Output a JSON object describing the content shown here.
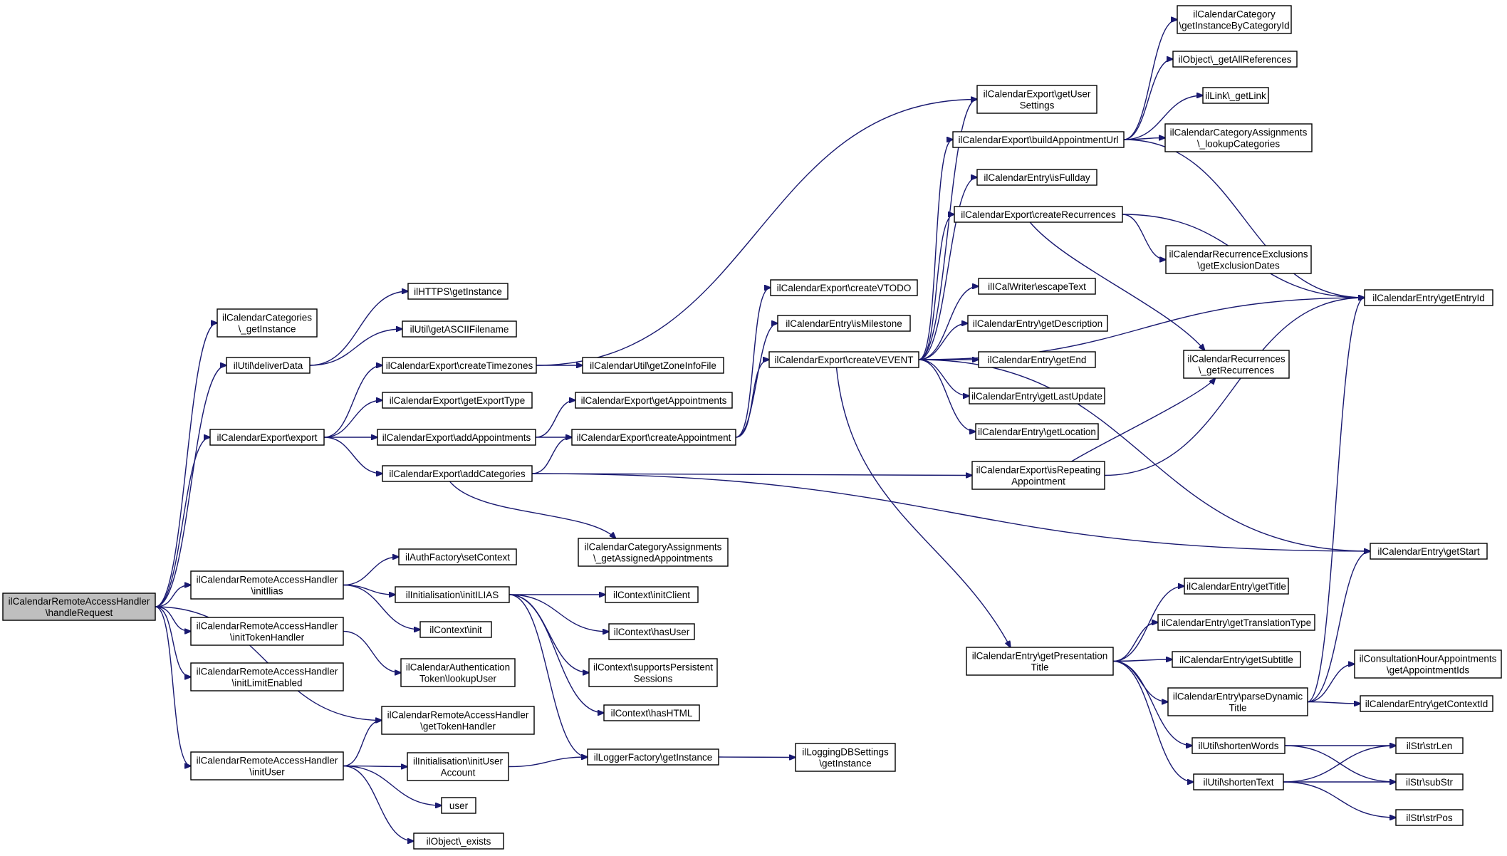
{
  "diagram": {
    "type": "call-graph",
    "colors": {
      "edge": "#191970",
      "root_fill": "#bfbfbf",
      "node_fill": "#ffffff",
      "node_border": "#000000"
    },
    "nodes": [
      {
        "id": "root",
        "lines": [
          "ilCalendarRemoteAccessHandler",
          "\\handleRequest"
        ],
        "root": true
      },
      {
        "id": "cat_getInstance",
        "lines": [
          "ilCalendarCategories",
          "\\_getInstance"
        ]
      },
      {
        "id": "deliverData",
        "lines": [
          "ilUtil\\deliverData"
        ]
      },
      {
        "id": "https",
        "lines": [
          "ilHTTPS\\getInstance"
        ]
      },
      {
        "id": "ascii",
        "lines": [
          "ilUtil\\getASCIIFilename"
        ]
      },
      {
        "id": "export",
        "lines": [
          "ilCalendarExport\\export"
        ]
      },
      {
        "id": "createTimezones",
        "lines": [
          "ilCalendarExport\\createTimezones"
        ]
      },
      {
        "id": "getExportType",
        "lines": [
          "ilCalendarExport\\getExportType"
        ]
      },
      {
        "id": "addAppointments",
        "lines": [
          "ilCalendarExport\\addAppointments"
        ]
      },
      {
        "id": "addCategories",
        "lines": [
          "ilCalendarExport\\addCategories"
        ]
      },
      {
        "id": "zoneInfo",
        "lines": [
          "ilCalendarUtil\\getZoneInfoFile"
        ]
      },
      {
        "id": "getAppointments",
        "lines": [
          "ilCalendarExport\\getAppointments"
        ]
      },
      {
        "id": "createAppointment",
        "lines": [
          "ilCalendarExport\\createAppointment"
        ]
      },
      {
        "id": "assignedApps",
        "lines": [
          "ilCalendarCategoryAssignments",
          "\\_getAssignedAppointments"
        ]
      },
      {
        "id": "createVTODO",
        "lines": [
          "ilCalendarExport\\createVTODO"
        ]
      },
      {
        "id": "isMilestone",
        "lines": [
          "ilCalendarEntry\\isMilestone"
        ]
      },
      {
        "id": "createVEVENT",
        "lines": [
          "ilCalendarExport\\createVEVENT"
        ]
      },
      {
        "id": "getUserSettings",
        "lines": [
          "ilCalendarExport\\getUser",
          "Settings"
        ]
      },
      {
        "id": "buildUrl",
        "lines": [
          "ilCalendarExport\\buildAppointmentUrl"
        ]
      },
      {
        "id": "isFullday",
        "lines": [
          "ilCalendarEntry\\isFullday"
        ]
      },
      {
        "id": "createRecurrences",
        "lines": [
          "ilCalendarExport\\createRecurrences"
        ]
      },
      {
        "id": "escapeText",
        "lines": [
          "ilICalWriter\\escapeText"
        ]
      },
      {
        "id": "getDescription",
        "lines": [
          "ilCalendarEntry\\getDescription"
        ]
      },
      {
        "id": "getEnd",
        "lines": [
          "ilCalendarEntry\\getEnd"
        ]
      },
      {
        "id": "getLastUpdate",
        "lines": [
          "ilCalendarEntry\\getLastUpdate"
        ]
      },
      {
        "id": "getLocation",
        "lines": [
          "ilCalendarEntry\\getLocation"
        ]
      },
      {
        "id": "isRepeating",
        "lines": [
          "ilCalendarExport\\isRepeating",
          "Appointment"
        ]
      },
      {
        "id": "catById",
        "lines": [
          "ilCalendarCategory",
          "\\getInstanceByCategoryId"
        ]
      },
      {
        "id": "allRefs",
        "lines": [
          "ilObject\\_getAllReferences"
        ]
      },
      {
        "id": "getLink",
        "lines": [
          "ilLink\\_getLink"
        ]
      },
      {
        "id": "lookupCats",
        "lines": [
          "ilCalendarCategoryAssignments",
          "\\_lookupCategories"
        ]
      },
      {
        "id": "exclusions",
        "lines": [
          "ilCalendarRecurrenceExclusions",
          "\\getExclusionDates"
        ]
      },
      {
        "id": "recurrences",
        "lines": [
          "ilCalendarRecurrences",
          "\\_getRecurrences"
        ]
      },
      {
        "id": "getEntryId",
        "lines": [
          "ilCalendarEntry\\getEntryId"
        ]
      },
      {
        "id": "getStart",
        "lines": [
          "ilCalendarEntry\\getStart"
        ]
      },
      {
        "id": "initIlias",
        "lines": [
          "ilCalendarRemoteAccessHandler",
          "\\initIlias"
        ]
      },
      {
        "id": "initTokenHandler",
        "lines": [
          "ilCalendarRemoteAccessHandler",
          "\\initTokenHandler"
        ]
      },
      {
        "id": "initLimit",
        "lines": [
          "ilCalendarRemoteAccessHandler",
          "\\initLimitEnabled"
        ]
      },
      {
        "id": "getTokenHandler",
        "lines": [
          "ilCalendarRemoteAccessHandler",
          "\\getTokenHandler"
        ]
      },
      {
        "id": "initUser",
        "lines": [
          "ilCalendarRemoteAccessHandler",
          "\\initUser"
        ]
      },
      {
        "id": "setContext",
        "lines": [
          "ilAuthFactory\\setContext"
        ]
      },
      {
        "id": "initILIAS",
        "lines": [
          "ilInitialisation\\initILIAS"
        ]
      },
      {
        "id": "ctxInit",
        "lines": [
          "ilContext\\init"
        ]
      },
      {
        "id": "lookupUser",
        "lines": [
          "ilCalendarAuthentication",
          "Token\\lookupUser"
        ]
      },
      {
        "id": "initUserAccount",
        "lines": [
          "ilInitialisation\\initUser",
          "Account"
        ]
      },
      {
        "id": "user",
        "lines": [
          "user"
        ]
      },
      {
        "id": "objExists",
        "lines": [
          "ilObject\\_exists"
        ]
      },
      {
        "id": "initClient",
        "lines": [
          "ilContext\\initClient"
        ]
      },
      {
        "id": "hasUser",
        "lines": [
          "ilContext\\hasUser"
        ]
      },
      {
        "id": "persistent",
        "lines": [
          "ilContext\\supportsPersistent",
          "Sessions"
        ]
      },
      {
        "id": "hasHTML",
        "lines": [
          "ilContext\\hasHTML"
        ]
      },
      {
        "id": "logger",
        "lines": [
          "ilLoggerFactory\\getInstance"
        ]
      },
      {
        "id": "logDB",
        "lines": [
          "ilLoggingDBSettings",
          "\\getInstance"
        ]
      },
      {
        "id": "presTitle",
        "lines": [
          "ilCalendarEntry\\getPresentation",
          "Title"
        ]
      },
      {
        "id": "getTitle",
        "lines": [
          "ilCalendarEntry\\getTitle"
        ]
      },
      {
        "id": "transType",
        "lines": [
          "ilCalendarEntry\\getTranslationType"
        ]
      },
      {
        "id": "getSubtitle",
        "lines": [
          "ilCalendarEntry\\getSubtitle"
        ]
      },
      {
        "id": "parseDyn",
        "lines": [
          "ilCalendarEntry\\parseDynamic",
          "Title"
        ]
      },
      {
        "id": "shortenWords",
        "lines": [
          "ilUtil\\shortenWords"
        ]
      },
      {
        "id": "shortenText",
        "lines": [
          "ilUtil\\shortenText"
        ]
      },
      {
        "id": "consult",
        "lines": [
          "ilConsultationHourAppointments",
          "\\getAppointmentIds"
        ]
      },
      {
        "id": "contextId",
        "lines": [
          "ilCalendarEntry\\getContextId"
        ]
      },
      {
        "id": "strLen",
        "lines": [
          "ilStr\\strLen"
        ]
      },
      {
        "id": "subStr",
        "lines": [
          "ilStr\\subStr"
        ]
      },
      {
        "id": "strPos",
        "lines": [
          "ilStr\\strPos"
        ]
      }
    ]
  }
}
